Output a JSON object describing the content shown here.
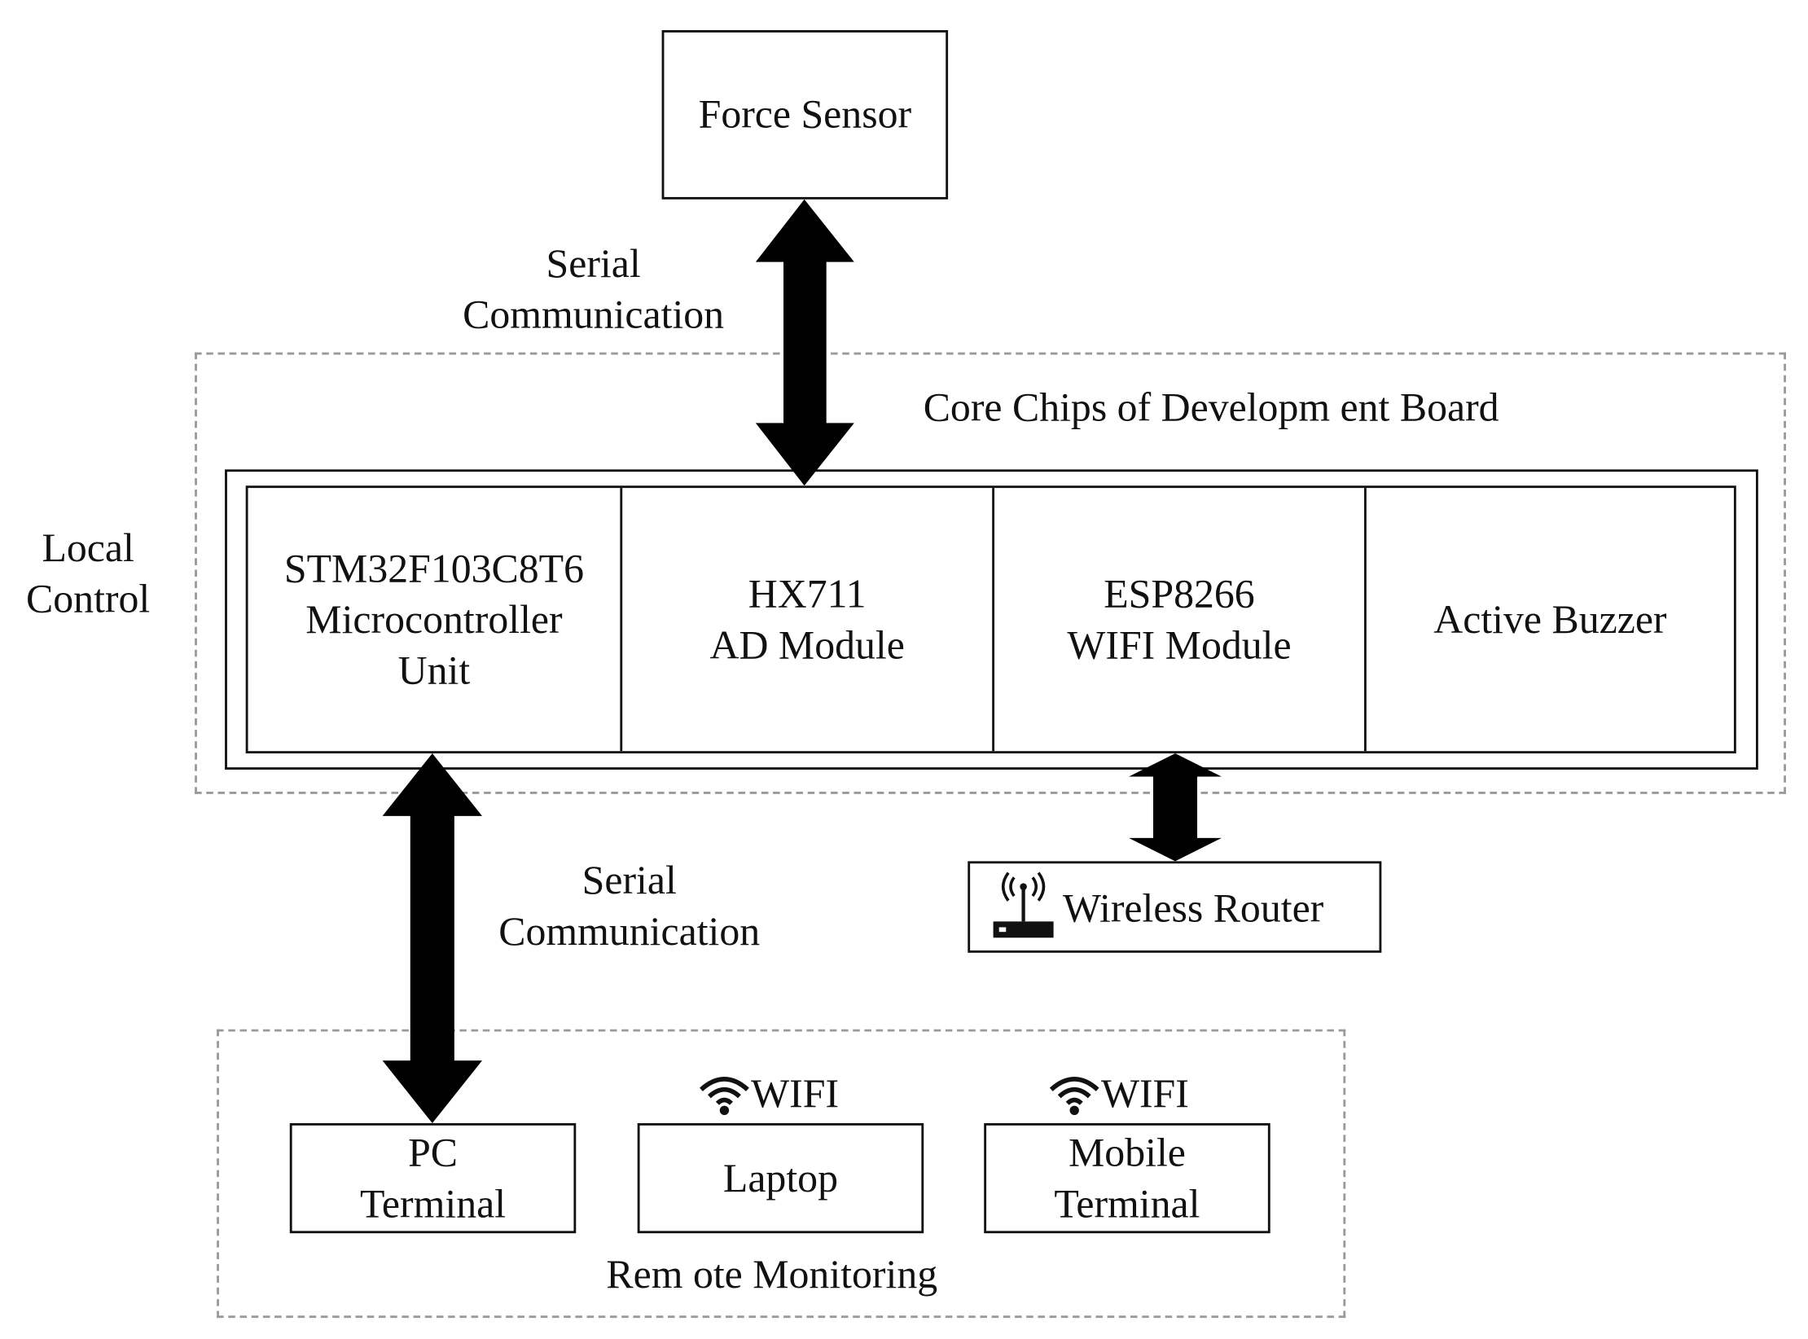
{
  "force_sensor": {
    "label": "Force Sensor"
  },
  "serial_top": {
    "label": "Serial\nCommunication"
  },
  "serial_bottom": {
    "label": "Serial\nCommunication"
  },
  "local_control": {
    "label": "Local\nControl"
  },
  "core_chips": {
    "title": "Core Chips of Developm ent Board"
  },
  "modules": [
    {
      "label": "STM32F103C8T6\nMicrocontroller\nUnit"
    },
    {
      "label": "HX711\nAD Module"
    },
    {
      "label": "ESP8266\nWIFI Module"
    },
    {
      "label": "Active Buzzer"
    }
  ],
  "router": {
    "label": "Wireless Router",
    "icon": "router-icon"
  },
  "remote": {
    "label": "Rem ote Monitoring",
    "terminals": [
      {
        "label": "PC\nTerminal"
      },
      {
        "label": "Laptop",
        "wifi": "WIFI",
        "icon": "wifi-icon"
      },
      {
        "label": "Mobile\nTerminal",
        "wifi": "WIFI",
        "icon": "wifi-icon"
      }
    ]
  },
  "colors": {
    "line": "#111111",
    "dashed": "#9a9a9a",
    "background": "#ffffff"
  }
}
